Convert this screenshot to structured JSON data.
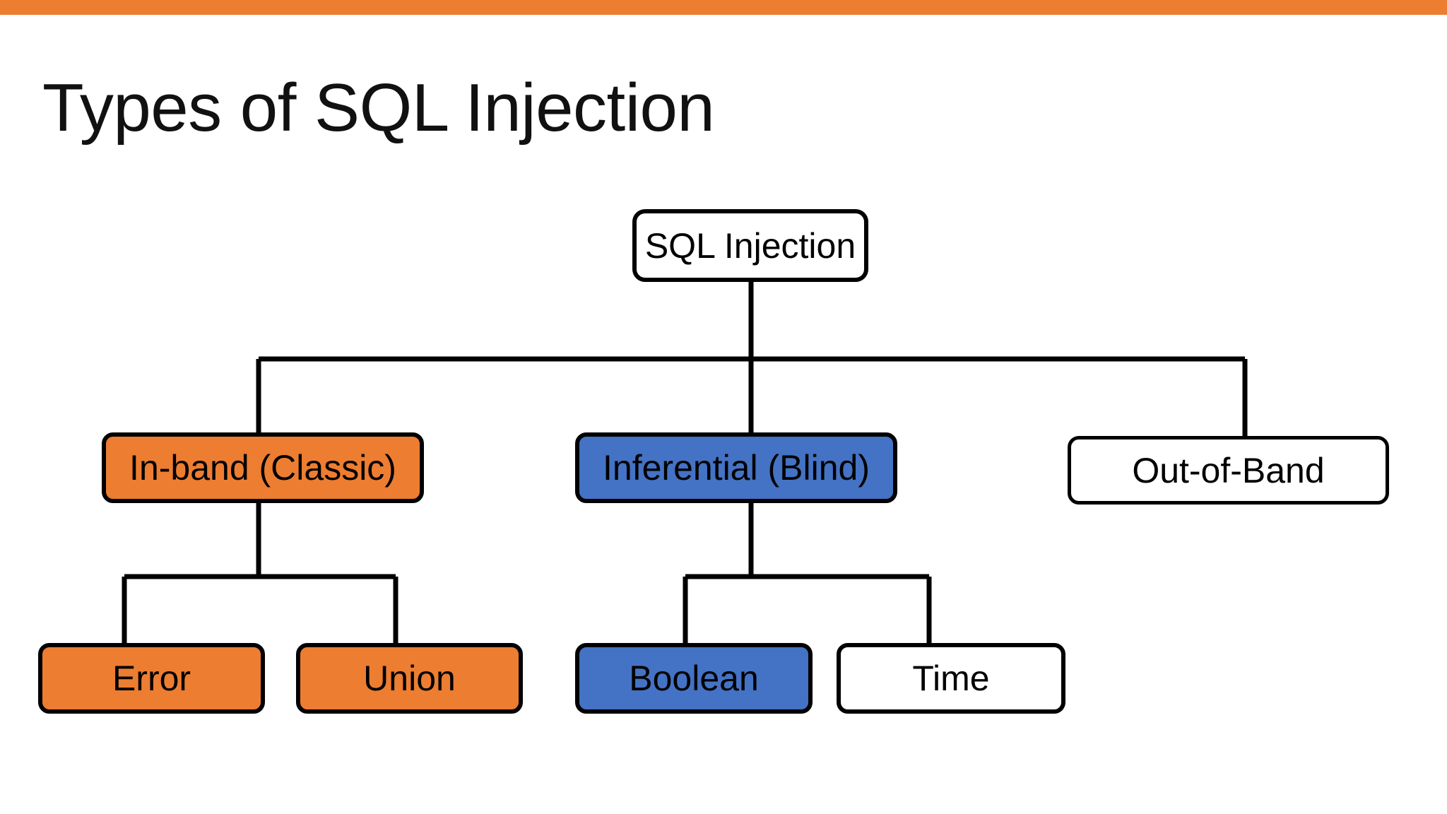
{
  "slide": {
    "title": "Types of SQL Injection",
    "accent_color": "#ED7D31",
    "background_color": "#FFFFFF"
  },
  "palette": {
    "orange": "#ED7D31",
    "blue": "#4472C4",
    "white": "#FFFFFF",
    "outline": "#000000",
    "text": "#000000"
  },
  "diagram": {
    "type": "tree",
    "orientation": "top-down",
    "root": {
      "id": "sql-injection",
      "label": "SQL Injection",
      "fill": "#FFFFFF"
    },
    "level2": [
      {
        "id": "in-band",
        "label": "In-band (Classic)",
        "fill": "#ED7D31"
      },
      {
        "id": "inferential",
        "label": "Inferential (Blind)",
        "fill": "#4472C4"
      },
      {
        "id": "out-of-band",
        "label": "Out-of-Band",
        "fill": "#FFFFFF"
      }
    ],
    "level3": [
      {
        "id": "error",
        "parent": "in-band",
        "label": "Error",
        "fill": "#ED7D31"
      },
      {
        "id": "union",
        "parent": "in-band",
        "label": "Union",
        "fill": "#ED7D31"
      },
      {
        "id": "boolean",
        "parent": "inferential",
        "label": "Boolean",
        "fill": "#4472C4"
      },
      {
        "id": "time",
        "parent": "inferential",
        "label": "Time",
        "fill": "#FFFFFF"
      }
    ]
  }
}
